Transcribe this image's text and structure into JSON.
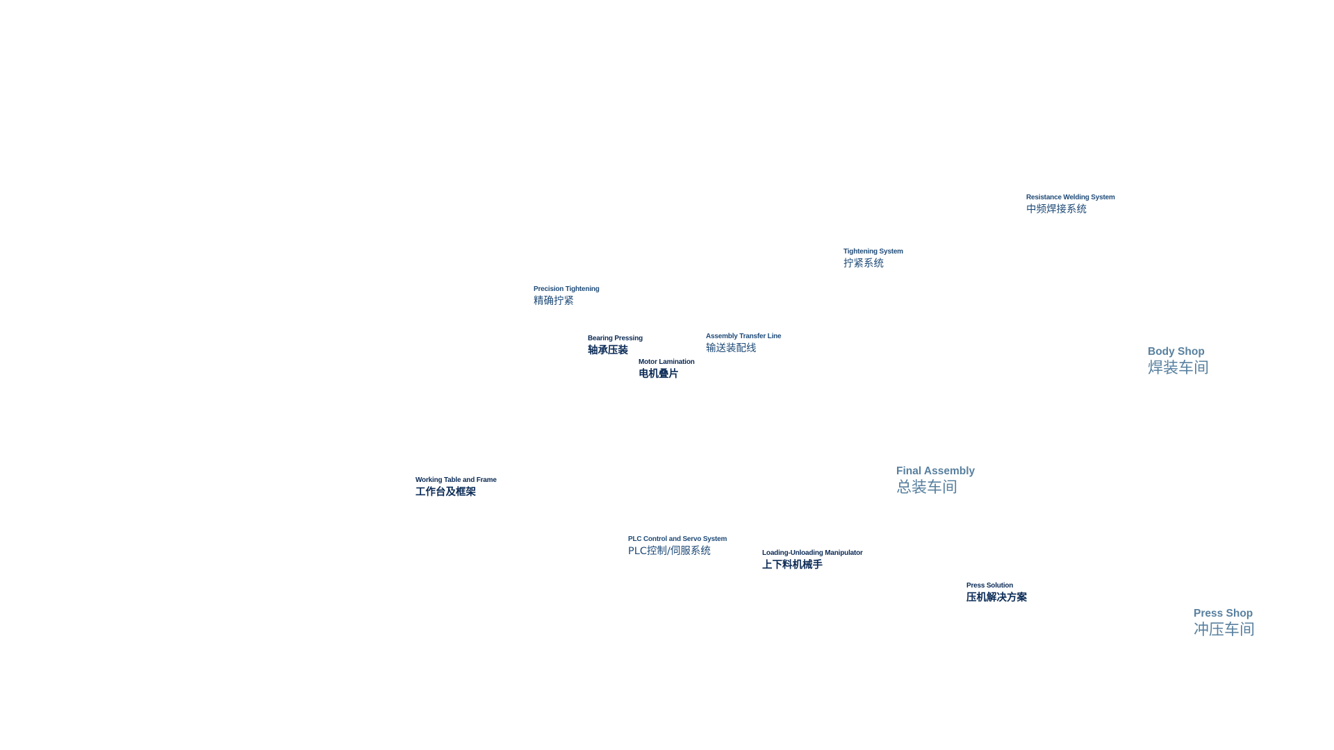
{
  "labels": {
    "resistance_welding": {
      "en": "Resistance Welding System",
      "zh": "中频焊接系统"
    },
    "tightening_system": {
      "en": "Tightening System",
      "zh": "拧紧系统"
    },
    "precision_tightening": {
      "en": "Precision Tightening",
      "zh": "精确拧紧"
    },
    "bearing_pressing": {
      "en": "Bearing Pressing",
      "zh": "轴承压装"
    },
    "assembly_transfer": {
      "en": "Assembly Transfer Line",
      "zh": "输送装配线"
    },
    "motor_lamination": {
      "en": "Motor Lamination",
      "zh": "电机叠片"
    },
    "working_table": {
      "en": "Working Table and Frame",
      "zh": "工作台及框架"
    },
    "plc_control": {
      "en": "PLC Control and Servo System",
      "zh": "PLC控制/伺服系统"
    },
    "loading_manipulator": {
      "en": "Loading-Unloading Manipulator",
      "zh": "上下料机械手"
    },
    "press_solution": {
      "en": "Press Solution",
      "zh": "压机解决方案"
    }
  },
  "shops": {
    "body_shop": {
      "en": "Body Shop",
      "zh": "焊装车间"
    },
    "final_assembly": {
      "en": "Final Assembly",
      "zh": "总装车间"
    },
    "press_shop": {
      "en": "Press Shop",
      "zh": "冲压车间"
    }
  },
  "colors": {
    "label_dark": "#0a2a55",
    "label_mid": "#1f4b78",
    "shop": "#58809f",
    "background": "#ffffff"
  }
}
